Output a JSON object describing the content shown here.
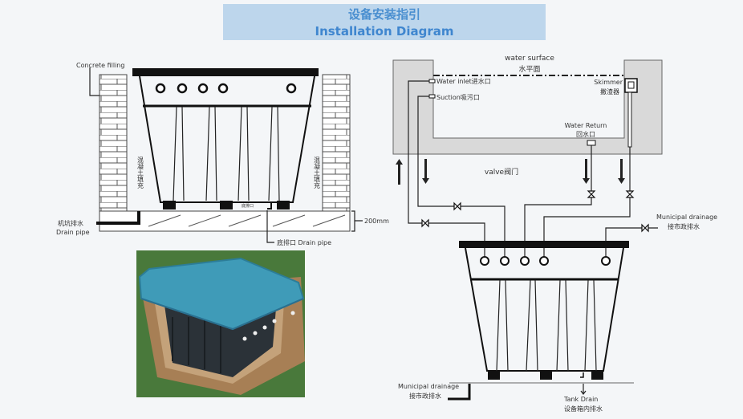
{
  "header": {
    "title_cn": "设备安装指引",
    "title_en": "Installation Diagram"
  },
  "left_diagram": {
    "concrete_filling": "Concrete filling",
    "concrete_fill_cn": "混凝土填充",
    "bottom_drain_small": "底排口",
    "pit_drain_cn": "机坑排水",
    "pit_drain_en": "Drain pipe",
    "slab_thickness": "200mm",
    "bottom_drain": "底排口 Drain pipe"
  },
  "right_diagram": {
    "water_surface": "water surface",
    "water_surface_cn": "水平面",
    "water_inlet": "Water inlet进水口",
    "suction": "Suction吸污口",
    "skimmer": "Skimmer",
    "skimmer_cn": "撇渣器",
    "water_return": "Water Return",
    "water_return_cn": "回水口",
    "valve": "valve阀门",
    "municipal_drainage_right": "Municipal drainage",
    "municipal_drainage_right_cn": "接市政排水",
    "municipal_drainage_left": "Municipal drainage",
    "municipal_drainage_left_cn": "接市政排水",
    "tank_drain": "Tank Drain",
    "tank_drain_cn": "设备箱内排水"
  }
}
